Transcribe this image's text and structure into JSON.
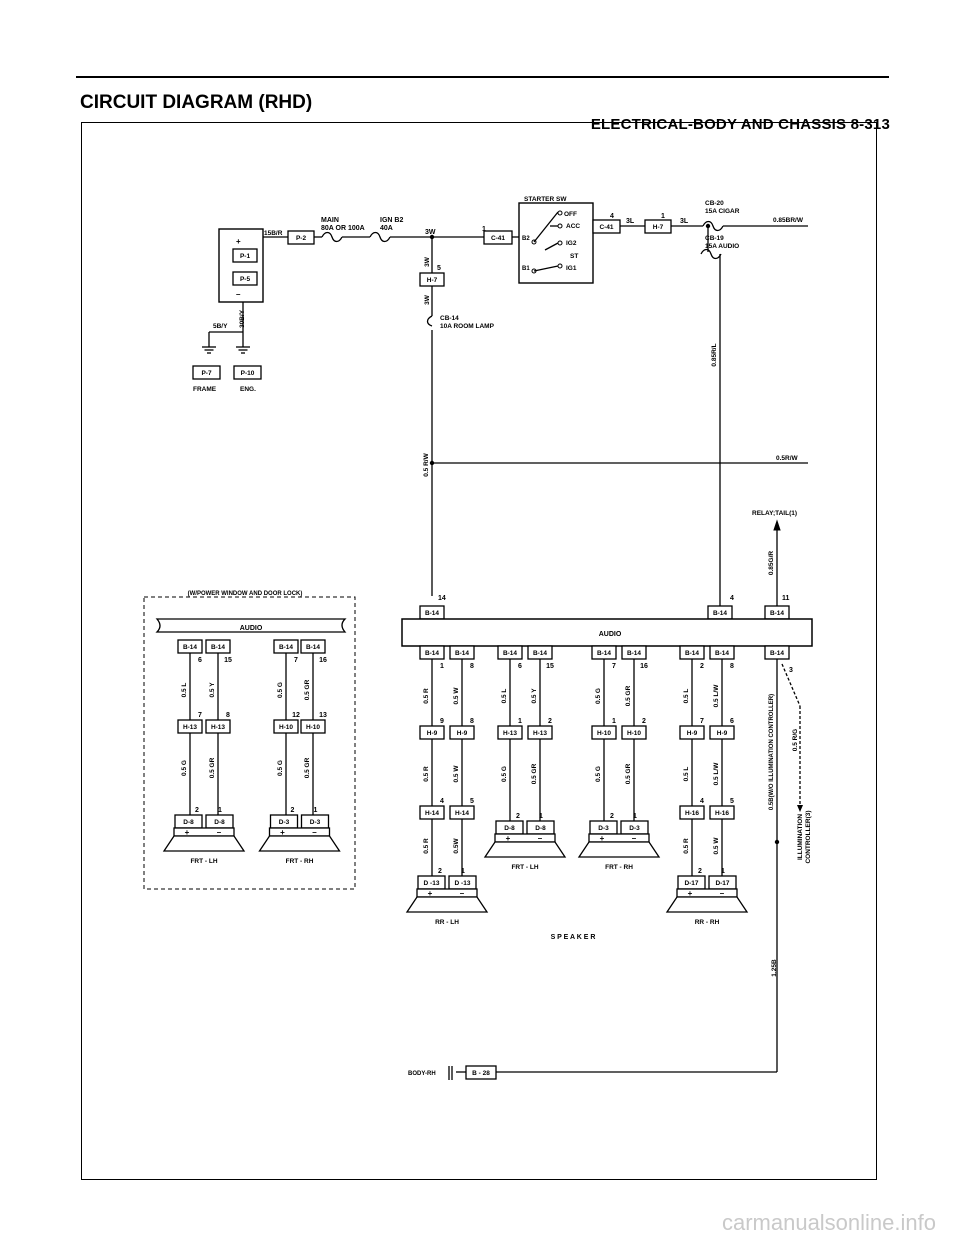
{
  "header": {
    "text": "ELECTRICAL-BODY AND CHASSIS  8-313"
  },
  "title": "CIRCUIT DIAGRAM (RHD)",
  "watermark": "carmanualsonline.info",
  "power": {
    "battery_terminals": [
      "P-1",
      "P-5"
    ],
    "battery_plus": "+",
    "battery_minus": "–",
    "ground_frame": {
      "connector": "P-7",
      "label": "FRAME",
      "wire": "5B/Y"
    },
    "ground_eng": {
      "connector": "P-10",
      "label": "ENG.",
      "wire": "30B/Y"
    },
    "wire_15BR": "15B/R",
    "connector_p2": "P-2",
    "main_fuse": [
      "MAIN",
      "80A OR 100A"
    ],
    "ign_fuse": [
      "IGN B2",
      "40A"
    ],
    "wire_3w": "3W",
    "pin_1": "1",
    "connector_c41_left": "C-41",
    "pin_5": "5",
    "connector_h7_left": "H-7",
    "wire_3w_vertical": "3W",
    "cb14": [
      "CB-14",
      "10A  ROOM LAMP"
    ],
    "wire_05RW_vertical": "0.5 R/W",
    "starter_sw": {
      "title": "STARTER SW",
      "positions": [
        "OFF",
        "ACC",
        "IG2",
        "ST",
        "IG1"
      ],
      "inputs": [
        "B2",
        "B1"
      ]
    },
    "pin_4": "4",
    "connector_c41_right": "C-41",
    "wire_3l_a": "3L",
    "pin_1b": "1",
    "connector_h7_right": "H-7",
    "wire_3l_b": "3L",
    "cb20": [
      "CB-20",
      "15A  CIGAR"
    ],
    "cb19": [
      "CB-19",
      "15A  AUDIO"
    ],
    "wire_085BRW": "0.85BR/W",
    "wire_085RL": "0.85R/L",
    "wire_05RW": "0.5R/W",
    "relay_tail": "RELAY;TAIL(1)",
    "wire_085GR": "0.85G/R",
    "body_rh": "BODY-RH",
    "connector_b28": "B - 28",
    "wire_125B": "1.25B"
  },
  "audio_main": {
    "label": "AUDIO",
    "top_pins": [
      {
        "pin": "14",
        "connector": "B-14"
      },
      {
        "pin": "4",
        "connector": "B-14"
      },
      {
        "pin": "11",
        "connector": "B-14"
      }
    ],
    "groups": [
      {
        "pins": [
          "1",
          "8"
        ],
        "wires_top": [
          "0.5 R",
          "0.5 W"
        ],
        "mid_pins": [
          "9",
          "8"
        ],
        "mid_conn": "H-9",
        "wires_mid": [
          "0.5 R",
          "0.5 W"
        ],
        "low_pins": [
          "4",
          "5"
        ],
        "low_conn": "H-14",
        "wires_low": [
          "0.5 R",
          "0.5W"
        ],
        "spk_pins": [
          "2",
          "1"
        ],
        "spk_conn": "D -13",
        "speaker": "RR - LH"
      },
      {
        "pins": [
          "6",
          "15"
        ],
        "wires_top": [
          "0.5 L",
          "0.5 Y"
        ],
        "mid_pins": [
          "1",
          "2"
        ],
        "mid_conn": "H-13",
        "wires_mid": [
          "0.5 G",
          "0.5 GR"
        ],
        "spk_pins": [
          "2",
          "1"
        ],
        "spk_conn": "D-8",
        "speaker": "FRT - LH"
      },
      {
        "pins": [
          "7",
          "16"
        ],
        "wires_top": [
          "0.5 G",
          "0.5 GR"
        ],
        "mid_pins": [
          "1",
          "2"
        ],
        "mid_conn": "H-10",
        "wires_mid": [
          "0.5 G",
          "0.5 GR"
        ],
        "spk_pins": [
          "2",
          "1"
        ],
        "spk_conn": "D-3",
        "speaker": "FRT - RH"
      },
      {
        "pins": [
          "2",
          "8"
        ],
        "wires_top": [
          "0.5 L",
          "0.5 L/W"
        ],
        "mid_pins": [
          "7",
          "6"
        ],
        "mid_conn": "H-9",
        "wires_mid": [
          "0.5 L",
          "0.5 L/W"
        ],
        "low_pins": [
          "4",
          "5"
        ],
        "low_conn": "H-16",
        "wires_low": [
          "0.5 R",
          "0.5 W"
        ],
        "spk_pins": [
          "2",
          "1"
        ],
        "spk_conn": "D-17",
        "speaker": "RR - RH"
      }
    ],
    "illum_pin": "3",
    "illum_conn": "B-14",
    "wire_illum_gnd": "0.5B(W/O ILLUMINATION CONTROLLER)",
    "wire_05RG": "0.5 R/G",
    "illum_ctrl": "ILLUMINATION CONTROLLER(3)",
    "speaker_label": "S P E A K E R"
  },
  "option_box": {
    "title": "(W/POWER WINDOW AND DOOR LOCK)",
    "audio_label": "AUDIO",
    "groups": [
      {
        "pins": [
          "6",
          "15"
        ],
        "wires_top": [
          "0.5 L",
          "0.5 Y"
        ],
        "mid_pins": [
          "7",
          "8"
        ],
        "mid_conn": "H-13",
        "wires_mid": [
          "0.5 G",
          "0.5 GR"
        ],
        "spk_pins": [
          "2",
          "1"
        ],
        "spk_conn": "D-8",
        "speaker": "FRT - LH"
      },
      {
        "pins": [
          "7",
          "16"
        ],
        "wires_top": [
          "0.5 G",
          "0.5 GR"
        ],
        "mid_pins": [
          "12",
          "13"
        ],
        "mid_conn": "H-10",
        "wires_mid": [
          "0.5 G",
          "0.5 GR"
        ],
        "spk_pins": [
          "2",
          "1"
        ],
        "spk_conn": "D-3",
        "speaker": "FRT - RH"
      }
    ]
  }
}
